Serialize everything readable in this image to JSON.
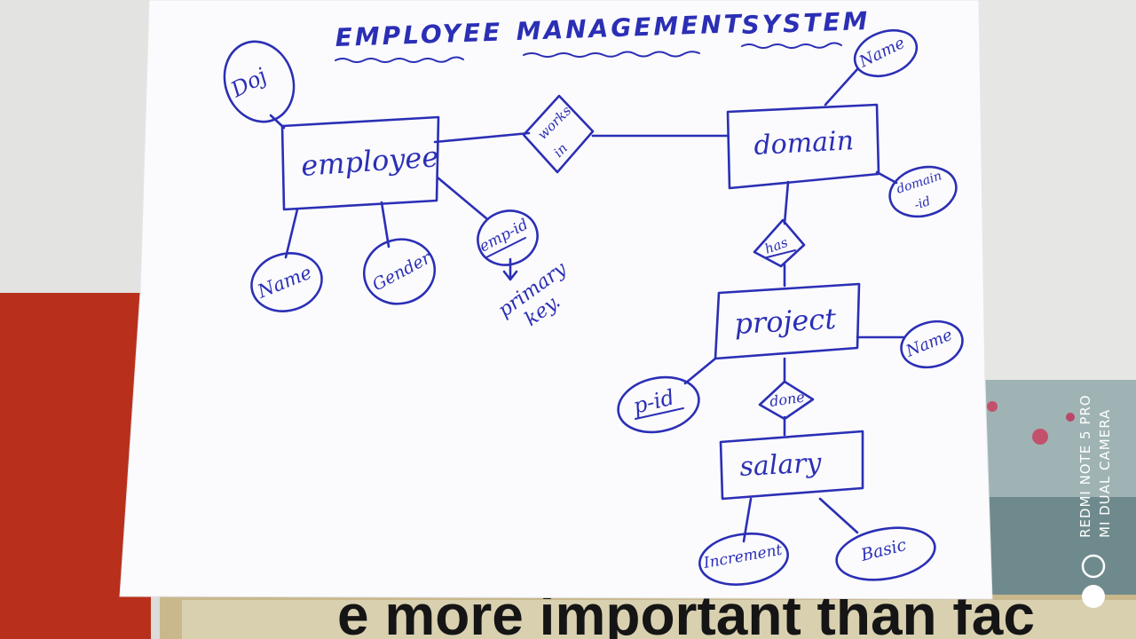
{
  "diagram": {
    "title_words": [
      "EMPLOYEE",
      "MANAGEMENT",
      "SYSTEM"
    ],
    "entities": {
      "employee": "employee",
      "domain": "domain",
      "project": "project",
      "salary": "salary"
    },
    "relationships": {
      "works_in_line1": "works",
      "works_in_line2": "in",
      "has": "has",
      "done": "done"
    },
    "attributes": {
      "doj": "Doj",
      "emp_name": "Name",
      "gender": "Gender",
      "emp_id": "emp-id",
      "domain_name": "Name",
      "domain_id_line1": "domain",
      "domain_id_line2": "-id",
      "project_name": "Name",
      "p_id": "p-id",
      "increment": "Increment",
      "basic": "Basic"
    },
    "notes": {
      "pk_line1": "primary",
      "pk_line2": "key."
    }
  },
  "camera_watermark": {
    "line1": "REDMI NOTE 5 PRO",
    "line2": "MI DUAL CAMERA"
  },
  "background_poster": "e more important than fac",
  "colors": {
    "ink": "#2b2fb5",
    "paper": "#fbfbfd",
    "red_wall": "#b8301c"
  }
}
